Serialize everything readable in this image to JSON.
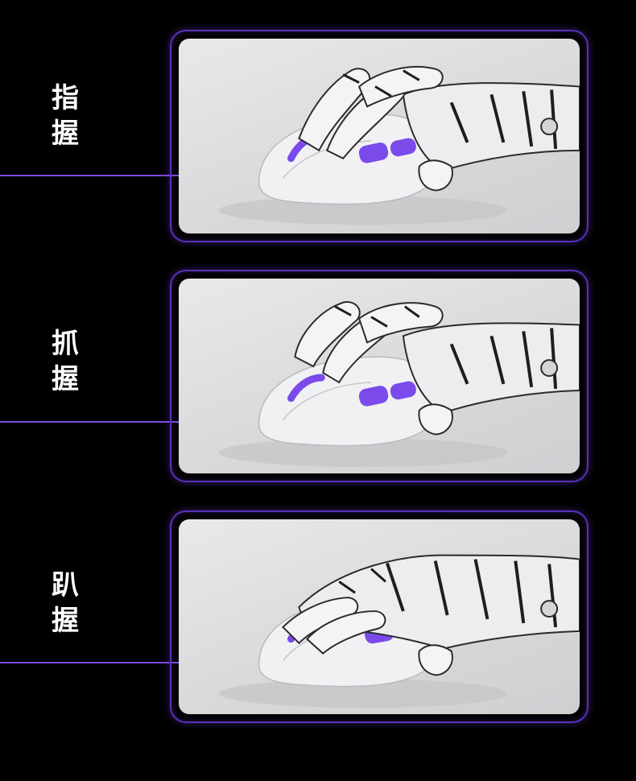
{
  "grips": [
    {
      "label_line1": "指",
      "label_line2": "握",
      "image_icon": "robot-hand-fingertip-grip-mouse"
    },
    {
      "label_line1": "抓",
      "label_line2": "握",
      "image_icon": "robot-hand-claw-grip-mouse"
    },
    {
      "label_line1": "趴",
      "label_line2": "握",
      "image_icon": "robot-hand-palm-grip-mouse"
    }
  ],
  "colors": {
    "background": "#000000",
    "accent": "#7d4ce3",
    "frame_border": "#5a2fb8",
    "label_text": "#ffffff",
    "mouse_button": "#7a4bea"
  }
}
